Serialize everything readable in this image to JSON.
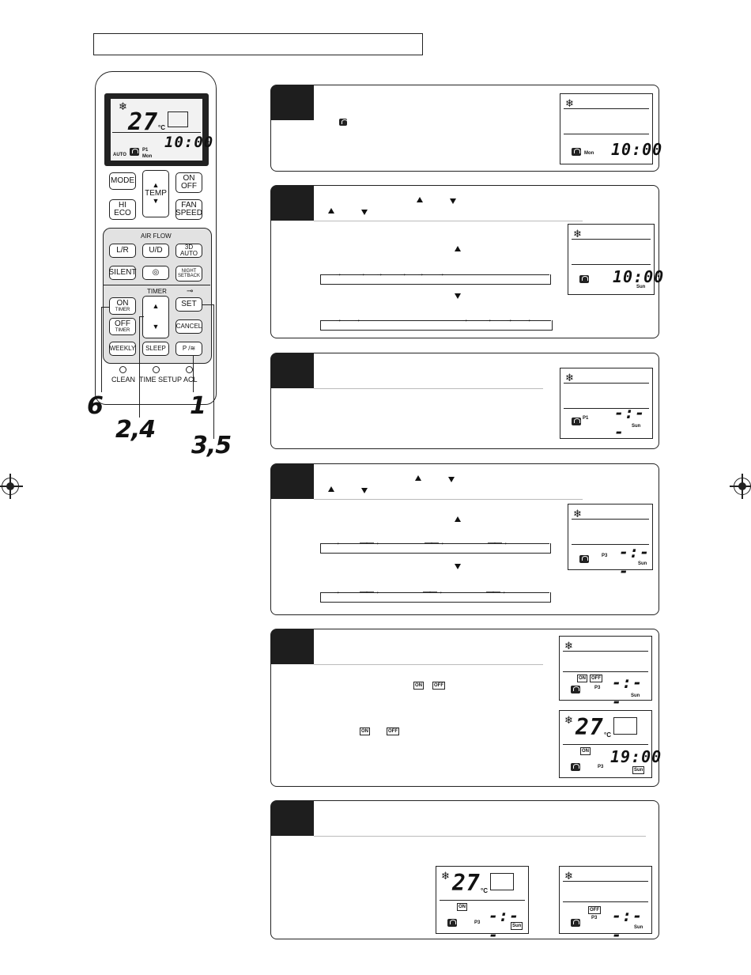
{
  "remote": {
    "lcd": {
      "temperature": "27",
      "unit": "°C",
      "time": "10:00",
      "program": "P1",
      "day": "Mon",
      "mode": "AUTO"
    },
    "buttons": {
      "mode": "MODE",
      "temp": "TEMP",
      "on_off": "ON\nOFF",
      "hi_eco": "HI\nECO",
      "fan_speed": "FAN\nSPEED",
      "air_flow": "AIR FLOW",
      "lr": "L/R",
      "ud": "U/D",
      "auto3d": "3D AUTO",
      "silent": "SILENT",
      "night_setback": "NIGHT\nSETBACK",
      "timer": "TIMER",
      "on_timer": "ON",
      "on_timer_sub": "TIMER",
      "set": "SET",
      "off_timer": "OFF",
      "off_timer_sub": "TIMER",
      "cancel": "CANCEL",
      "weekly": "WEEKLY",
      "sleep": "SLEEP",
      "p_button": "P / ",
      "clean": "CLEAN",
      "time_setup": "TIME SETUP",
      "acl": "ACL"
    },
    "callouts": {
      "c6": "6",
      "c24": "2,4",
      "c1": "1",
      "c35": "3,5"
    }
  },
  "steps": {
    "s1": {
      "time": "10:00",
      "day": "Mon"
    },
    "s2": {
      "time": "10:00",
      "day": "Sun"
    },
    "s3": {
      "time": "-:- -",
      "program": "P1",
      "day": "Sun"
    },
    "s4": {
      "time": "-:- -",
      "program": "P3",
      "day": "Sun"
    },
    "s5": {
      "d1": {
        "time": "-:- -",
        "on": "ON",
        "off": "OFF",
        "program": "P3",
        "day": "Sun"
      },
      "d2": {
        "temp": "27",
        "unit": "°C",
        "time": "19:00",
        "on": "ON",
        "program": "P3",
        "day": "Sun"
      }
    },
    "s6": {
      "d1": {
        "temp": "27",
        "unit": "°C",
        "time": "-:- -",
        "on": "ON",
        "program": "P3",
        "day": "Sun"
      },
      "d2": {
        "time": "-:- -",
        "off": "OFF",
        "program": "P3",
        "day": "Sun"
      }
    }
  },
  "inline_icons": {
    "on": "ON",
    "off": "OFF"
  }
}
